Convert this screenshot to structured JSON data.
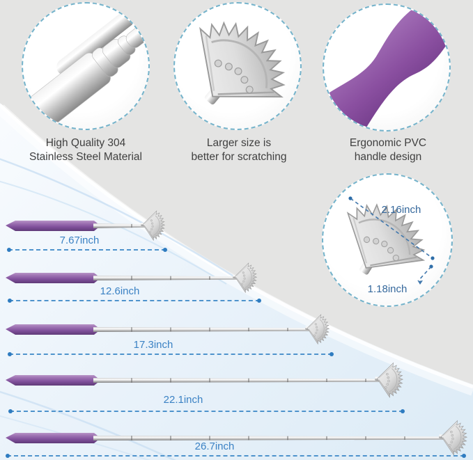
{
  "product": {
    "name": "telescopic back scratcher infographic"
  },
  "features": [
    {
      "line1": "High Quality 304",
      "line2": "Stainless Steel Material",
      "icon": "telescopic-steel-pole-photo"
    },
    {
      "line1": "Larger size is",
      "line2": "better for scratching",
      "icon": "scratcher-claw-photo"
    },
    {
      "line1": "Ergonomic PVC",
      "line2": "handle design",
      "icon": "purple-pvc-handle-photo"
    }
  ],
  "head_detail": {
    "diagonal_label": "2.16inch",
    "width_label": "1.18inch",
    "icon": "scratcher-head-photo"
  },
  "sizes": [
    {
      "label": "7.67inch"
    },
    {
      "label": "12.6inch"
    },
    {
      "label": "17.3inch"
    },
    {
      "label": "22.1inch"
    },
    {
      "label": "26.7inch"
    }
  ],
  "colors": {
    "accent-blue": "#3b82c4",
    "dimension-blue": "#35689c",
    "circle-dash": "#74b3cb",
    "measure-dash": "#4e93cc",
    "measure-dot": "#2f7cc0",
    "handle-purple": "#8a57a1",
    "background-gray": "#e4e4e3",
    "background-blue": "#e9f2fa"
  }
}
